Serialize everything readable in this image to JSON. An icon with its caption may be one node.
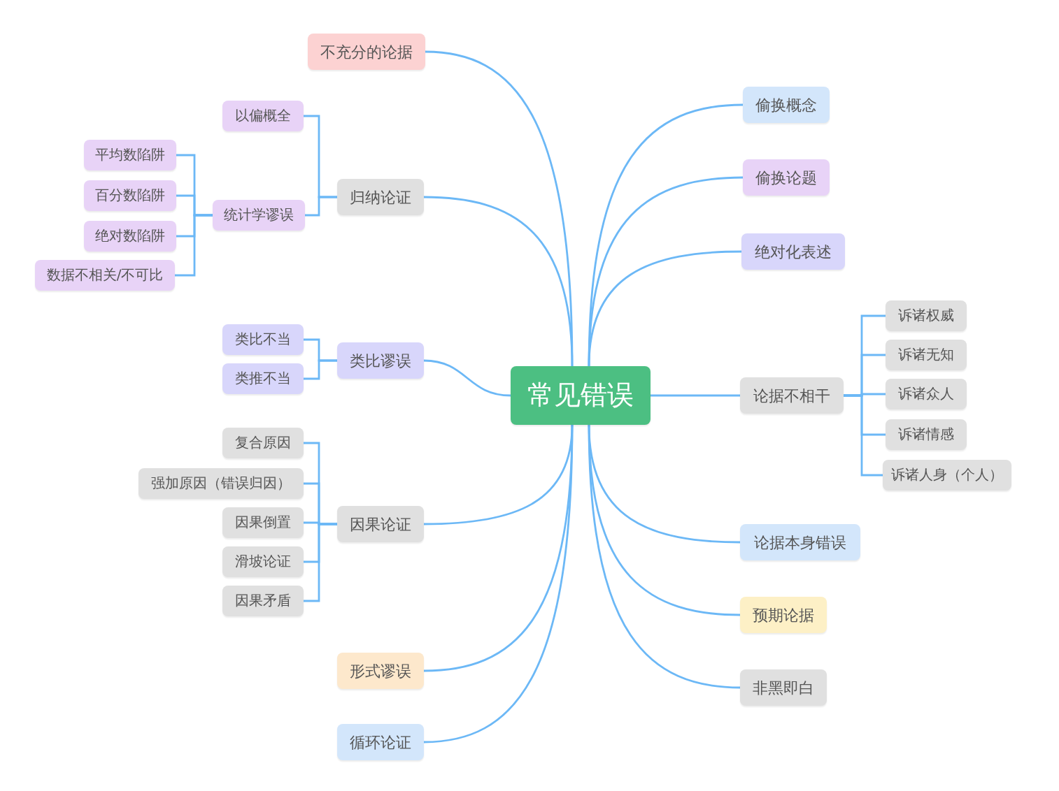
{
  "diagram": {
    "nodes": [
      {
        "text": [
          "常见错误"
        ]
      },
      {
        "text": [
          "不充分的论据"
        ]
      },
      {
        "text": [
          "归纳论证"
        ]
      },
      {
        "text": [
          "以偏概全"
        ]
      },
      {
        "text": [
          "统计学谬误"
        ]
      },
      {
        "text": [
          "平均数陷阱"
        ]
      },
      {
        "text": [
          "百分数陷阱"
        ]
      },
      {
        "text": [
          "绝对数陷阱"
        ]
      },
      {
        "text": [
          "数据不相关/不可比"
        ]
      },
      {
        "text": [
          "类比谬误"
        ]
      },
      {
        "text": [
          "类比不当"
        ]
      },
      {
        "text": [
          "类推不当"
        ]
      },
      {
        "text": [
          "因果论证"
        ]
      },
      {
        "text": [
          "复合原因"
        ]
      },
      {
        "text": [
          "强加原因（错误归因）"
        ]
      },
      {
        "text": [
          "因果倒置"
        ]
      },
      {
        "text": [
          "滑坡论证"
        ]
      },
      {
        "text": [
          "因果矛盾"
        ]
      },
      {
        "text": [
          "形式谬误"
        ]
      },
      {
        "text": [
          "循环论证"
        ]
      },
      {
        "text": [
          "偷换概念"
        ]
      },
      {
        "text": [
          "偷换论题"
        ]
      },
      {
        "text": [
          "绝对化表述"
        ]
      },
      {
        "text": [
          "论据不相干"
        ]
      },
      {
        "text": [
          "诉诸权威"
        ]
      },
      {
        "text": [
          "诉诸无知"
        ]
      },
      {
        "text": [
          "诉诸众人"
        ]
      },
      {
        "text": [
          "诉诸情感"
        ]
      },
      {
        "text": [
          "诉诸人身（个人）"
        ]
      },
      {
        "text": [
          "论据本身错误"
        ]
      },
      {
        "text": [
          "预期论据"
        ]
      },
      {
        "text": [
          "非黑即白"
        ]
      }
    ],
    "edges": [
      {
        "from": 0,
        "to": 1,
        "arrow": "none"
      },
      {
        "from": 0,
        "to": 2,
        "arrow": "none"
      },
      {
        "from": 2,
        "to": 3,
        "arrow": "none"
      },
      {
        "from": 2,
        "to": 4,
        "arrow": "none"
      },
      {
        "from": 4,
        "to": 5,
        "arrow": "none"
      },
      {
        "from": 4,
        "to": 6,
        "arrow": "none"
      },
      {
        "from": 4,
        "to": 7,
        "arrow": "none"
      },
      {
        "from": 4,
        "to": 8,
        "arrow": "none"
      },
      {
        "from": 0,
        "to": 9,
        "arrow": "none"
      },
      {
        "from": 9,
        "to": 10,
        "arrow": "none"
      },
      {
        "from": 9,
        "to": 11,
        "arrow": "none"
      },
      {
        "from": 0,
        "to": 12,
        "arrow": "none"
      },
      {
        "from": 12,
        "to": 13,
        "arrow": "none"
      },
      {
        "from": 12,
        "to": 14,
        "arrow": "none"
      },
      {
        "from": 12,
        "to": 15,
        "arrow": "none"
      },
      {
        "from": 12,
        "to": 16,
        "arrow": "none"
      },
      {
        "from": 12,
        "to": 17,
        "arrow": "none"
      },
      {
        "from": 0,
        "to": 18,
        "arrow": "none"
      },
      {
        "from": 0,
        "to": 19,
        "arrow": "none"
      },
      {
        "from": 0,
        "to": 20,
        "arrow": "none"
      },
      {
        "from": 0,
        "to": 21,
        "arrow": "none"
      },
      {
        "from": 0,
        "to": 22,
        "arrow": "none"
      },
      {
        "from": 0,
        "to": 23,
        "arrow": "none"
      },
      {
        "from": 23,
        "to": 24,
        "arrow": "none"
      },
      {
        "from": 23,
        "to": 25,
        "arrow": "none"
      },
      {
        "from": 23,
        "to": 26,
        "arrow": "none"
      },
      {
        "from": 23,
        "to": 27,
        "arrow": "none"
      },
      {
        "from": 23,
        "to": 28,
        "arrow": "none"
      },
      {
        "from": 0,
        "to": 29,
        "arrow": "none"
      },
      {
        "from": 0,
        "to": 30,
        "arrow": "none"
      },
      {
        "from": 0,
        "to": 31,
        "arrow": "none"
      }
    ]
  }
}
